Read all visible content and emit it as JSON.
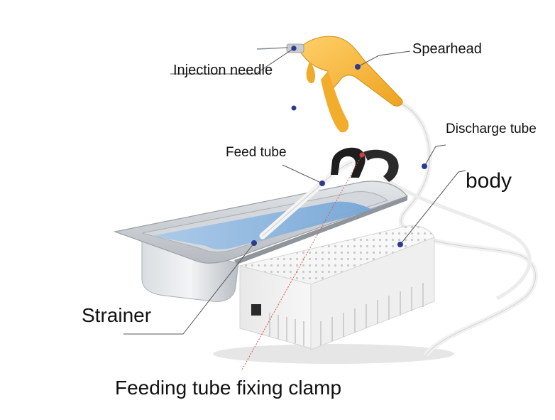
{
  "labels": {
    "spearhead": "Spearhead",
    "injection_needle": "Injection needle",
    "discharge_tube": "Discharge tube",
    "feed_tube": "Feed tube",
    "body": "body",
    "strainer": "Strainer",
    "feeding_tube_fixing_clamp": "Feeding tube fixing clamp"
  },
  "colors": {
    "spearhead": "#f7b637",
    "tray": "#c9ced4",
    "liquid": "#7fb2de",
    "body_box": "#f2f2f2",
    "clamp": "#1e1e1e",
    "leader_line": "#555555",
    "marker": "#2d3b8c",
    "clamp_leader": "#e05050"
  }
}
